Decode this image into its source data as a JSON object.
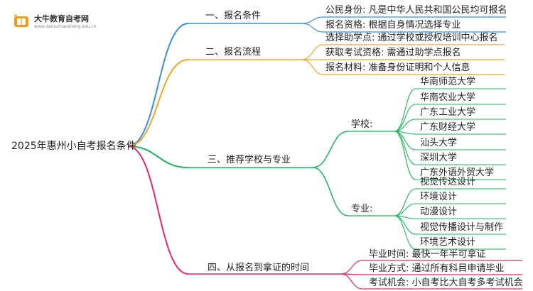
{
  "logo": {
    "name": "大牛教育自考网",
    "url": "www.daniuzhaosheng.edu.cn"
  },
  "root": "2025年惠州小自考报名条件",
  "sections": [
    {
      "title": "一、报名条件",
      "items": [
        "公民身份: 凡是中华人民共和国公民均可报名",
        "报名资格: 根据自身情况选择专业"
      ]
    },
    {
      "title": "二、报名流程",
      "items": [
        "选择助学点: 通过学校或授权培训中心报名",
        "获取考试资格: 需通过助学点报名",
        "报名材料: 准备身份证明和个人信息"
      ]
    },
    {
      "title": "三、推荐学校与专业",
      "groups": [
        {
          "label": "学校:",
          "items": [
            "华南师范大学",
            "华南农业大学",
            "广东工业大学",
            "广东财经大学",
            "汕头大学",
            "深圳大学",
            "广东外语外贸大学"
          ]
        },
        {
          "label": "专业:",
          "items": [
            "视觉传达设计",
            "环境设计",
            "动漫设计",
            "视觉传播设计与制作",
            "环境艺术设计"
          ]
        }
      ]
    },
    {
      "title": "四、从报名到拿证的时间",
      "items": [
        "毕业时间: 最快一年半可拿证",
        "毕业方式: 通过所有科目申请毕业",
        "考试机会: 小自考比大自考多考试机会"
      ]
    }
  ],
  "colors": {
    "blue": "#3d8ee0",
    "orange": "#eda72a",
    "green": "#1eb55e",
    "pink": "#e5296e"
  }
}
